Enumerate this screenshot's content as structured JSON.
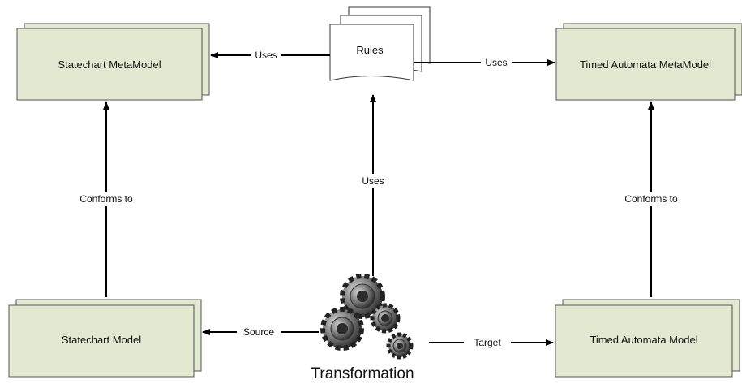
{
  "nodes": {
    "statechart_metamodel": "Statechart MetaModel",
    "rules": "Rules",
    "timed_automata_metamodel": "Timed Automata  MetaModel",
    "statechart_model": "Statechart Model",
    "timed_automata_model": "Timed Automata Model",
    "transformation": "Transformation"
  },
  "edges": {
    "rules_to_statechart_metamodel": "Uses",
    "rules_to_timed_automata_metamodel": "Uses",
    "transformation_to_rules": "Uses",
    "statechart_model_conforms": "Conforms to",
    "timed_automata_model_conforms": "Conforms to",
    "transformation_source": "Source",
    "transformation_target": "Target"
  },
  "colors": {
    "box_fill": "#e3e8d0",
    "box_stroke": "#555555",
    "document_fill": "#ffffff",
    "arrow": "#000000"
  }
}
